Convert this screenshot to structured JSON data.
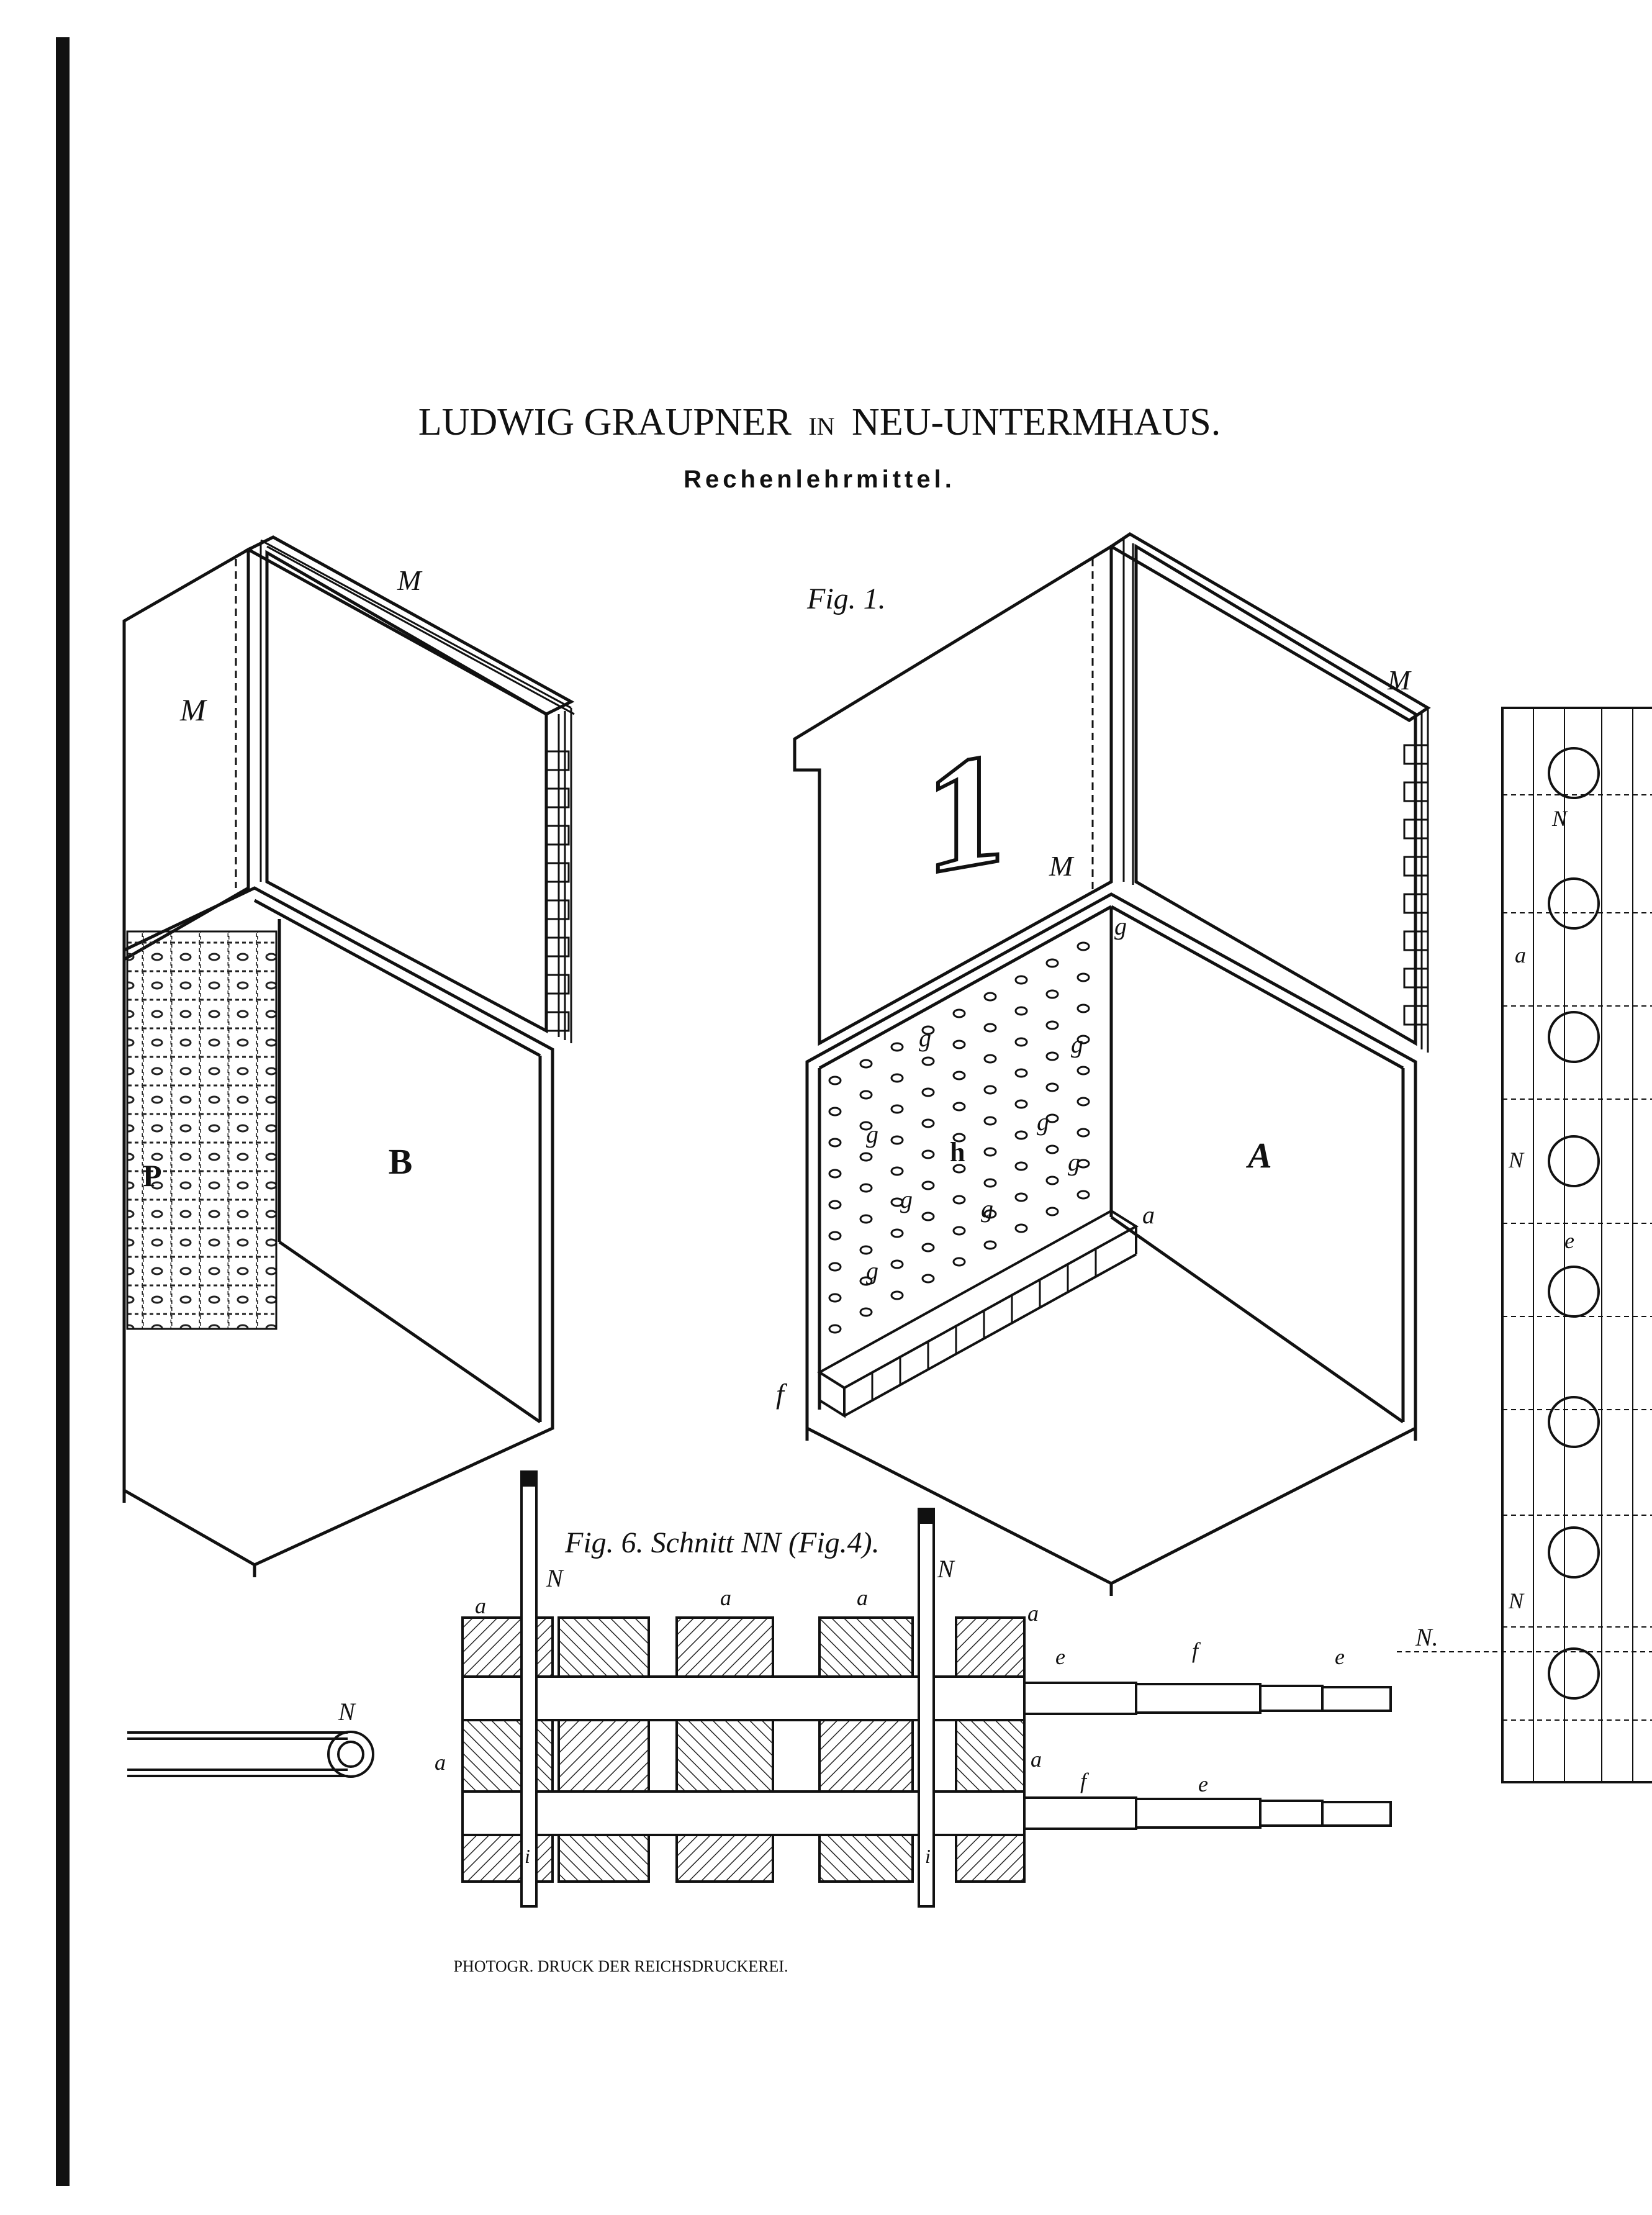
{
  "header": {
    "title_main": "LUDWIG GRAUPNER",
    "title_small": "IN",
    "title_place": "NEU-UNTERMHAUS.",
    "subtitle": "Rechenlehrmittel."
  },
  "figures": {
    "fig1_caption": "Fig. 1.",
    "fig6_caption": "Fig. 6. Schnitt NN (Fig.4)."
  },
  "drawing_labels": {
    "box_a_letter": "A",
    "box_b_letter": "B",
    "lid_letter": "M",
    "lid_edge_letter": "M",
    "big_numeral": "1",
    "peg_label": "g",
    "board_label": "h",
    "strip_label": "a",
    "corner_label": "f",
    "rod_label": "N",
    "joint_label": "e",
    "pin_label": "i",
    "section_label": "N.",
    "partial_label": "P"
  },
  "footer": {
    "printer": "PHOTOGR. DRUCK DER REICHSDRUCKEREI."
  },
  "colors": {
    "ink": "#111111",
    "paper": "#ffffff"
  }
}
